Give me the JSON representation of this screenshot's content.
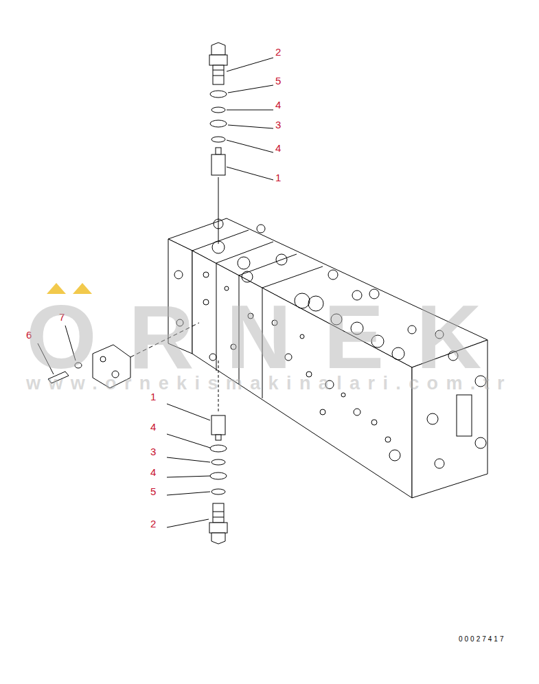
{
  "diagram": {
    "labels": [
      "2",
      "5",
      "4",
      "3",
      "4",
      "1",
      "7",
      "6",
      "1",
      "4",
      "3",
      "4",
      "5",
      "2",
      "ORNEK",
      "www.ornekismakinalari.com.tr",
      "00027417"
    ]
  }
}
